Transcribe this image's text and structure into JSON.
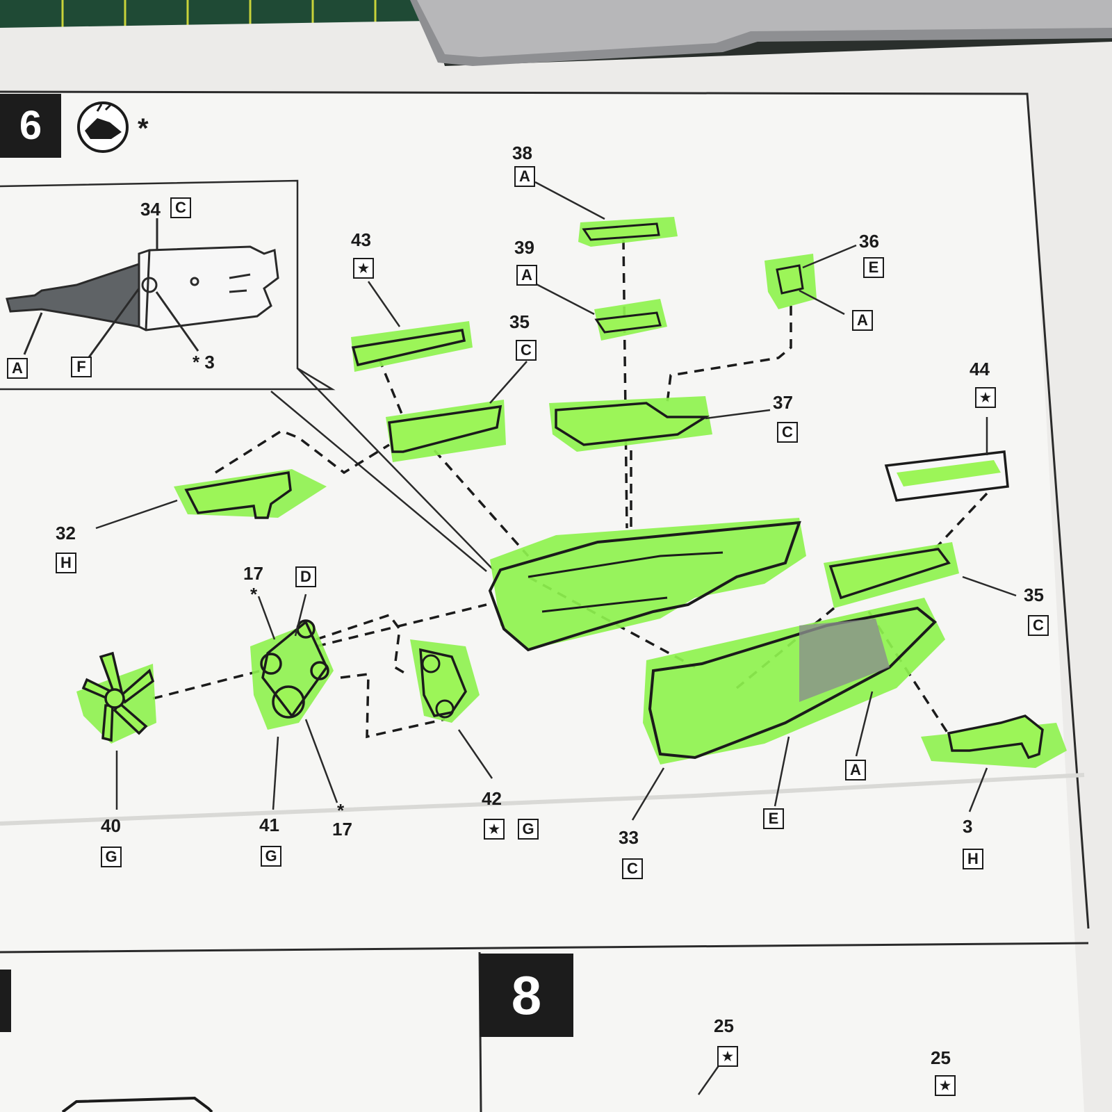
{
  "steps": {
    "main_number": "6",
    "main_marker": "*",
    "next_number": "8"
  },
  "inset": {
    "part_number": "34",
    "part_box": "C",
    "callouts": [
      {
        "text": "A"
      },
      {
        "text": "F"
      },
      {
        "text": "* 3"
      }
    ]
  },
  "parts": [
    {
      "id": "38",
      "box": "A"
    },
    {
      "id": "39",
      "box": "A"
    },
    {
      "id": "43",
      "box": "★"
    },
    {
      "id": "35",
      "box": "C"
    },
    {
      "id": "36",
      "box": "E"
    },
    {
      "id": "36b",
      "box": "A"
    },
    {
      "id": "37",
      "box": "C"
    },
    {
      "id": "44",
      "box": "★"
    },
    {
      "id": "32",
      "box": "H"
    },
    {
      "id": "35",
      "box": "C"
    },
    {
      "id": "17",
      "box": "D"
    },
    {
      "id": "40",
      "box": "G"
    },
    {
      "id": "41",
      "box": "G"
    },
    {
      "id": "17",
      "box": ""
    },
    {
      "id": "42",
      "box": "G"
    },
    {
      "id": "33",
      "box": "C"
    },
    {
      "id": "",
      "box": "E"
    },
    {
      "id": "",
      "box": "A"
    },
    {
      "id": "3",
      "box": "H"
    },
    {
      "id": "25",
      "box": "★"
    },
    {
      "id": "25",
      "box": "★"
    }
  ],
  "labels": {
    "p17_star": "*",
    "p17b_star": "*",
    "p42_star_box": "★"
  },
  "colors": {
    "highlight": "#8ef24e",
    "ink": "#1b1b1b",
    "paper": "#f3f3f1",
    "mat": "#1f4a35"
  }
}
